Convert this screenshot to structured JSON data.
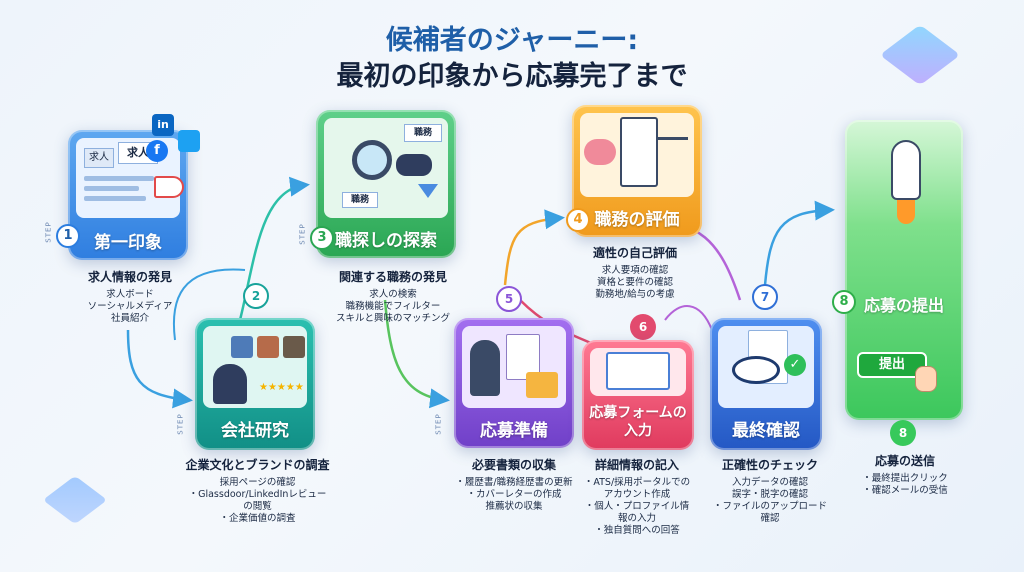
{
  "title": {
    "line1": "候補者のジャーニー:",
    "line2": "最初の印象から応募完了まで"
  },
  "step_word": "STEP",
  "steps": [
    {
      "num": "1",
      "label": "第一印象",
      "heading": "求人情報の発見",
      "items": [
        "求人ボード",
        "ソーシャルメディア",
        "社員紹介"
      ],
      "pic_text": [
        "求人",
        "求人"
      ]
    },
    {
      "num": "2",
      "label": "会社研究",
      "heading": "企業文化とブランドの調査",
      "items": [
        "採用ページの確認",
        "・Glassdoor/LinkedInレビュー",
        "の閲覧",
        "・企業価値の調査"
      ]
    },
    {
      "num": "3",
      "label": "職探しの探索",
      "heading": "関連する職務の発見",
      "items": [
        "求人の検索",
        "職務機能でフィルター",
        "スキルと興味のマッチング"
      ],
      "pic_text": [
        "職務",
        "職務"
      ]
    },
    {
      "num": "4",
      "label": "職務の評価",
      "heading": "適性の自己評価",
      "items": [
        "求人要項の確認",
        "資格と要件の確認",
        "勤務地/給与の考慮"
      ]
    },
    {
      "num": "5",
      "label": "応募準備",
      "heading": "必要書類の収集",
      "items": [
        "・履歴書/職務経歴書の更新",
        "・カバーレターの作成",
        "推薦状の収集"
      ]
    },
    {
      "num": "6",
      "label": "応募フォームの入力",
      "heading": "詳細情報の記入",
      "items": [
        "・ATS/採用ポータルでの",
        "アカウント作成",
        "・個人・プロファイル情",
        "報の入力",
        "・独自質問への回答"
      ]
    },
    {
      "num": "7",
      "label": "最終確認",
      "heading": "正確性のチェック",
      "items": [
        "入力データの確認",
        "誤字・脱字の確認",
        "・ファイルのアップロード",
        "確認"
      ]
    },
    {
      "num": "8",
      "label": "応募の提出",
      "heading": "応募の送信",
      "items": [
        "・最終提出クリック",
        "・確認メールの受信"
      ],
      "button": "提出"
    }
  ],
  "social_icons": [
    "in",
    "f",
    "twitter"
  ],
  "colors": {
    "step1": "#3a8ee8",
    "step2": "#18a39a",
    "step3": "#3bbd6a",
    "step4": "#f2a52a",
    "step5": "#8b55d8",
    "step6": "#e24a6e",
    "step7": "#2f6fd6",
    "step8": "#37c95b",
    "title_blue": "#1f5fa8"
  }
}
